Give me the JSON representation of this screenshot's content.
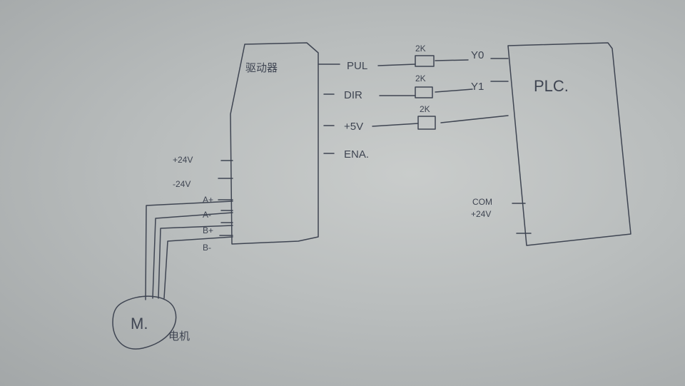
{
  "diagram": {
    "description": "Hand-drawn wiring diagram: stepper motor driver connected to PLC",
    "ink_color": "#3f4552",
    "paper_color": "#bcc0c0",
    "driver": {
      "label": "驱动器",
      "right_pins": [
        "PUL",
        "DIR",
        "+5V",
        "ENA."
      ],
      "left_pins": [
        "+24V",
        "-24V",
        "A+",
        "A-",
        "B+",
        "B-"
      ]
    },
    "resistors": [
      {
        "label": "2K",
        "from": "PUL",
        "to": "Y0"
      },
      {
        "label": "2K",
        "from": "DIR",
        "to": "Y1"
      },
      {
        "label": "2K",
        "from": "+5V",
        "to": "PLC"
      }
    ],
    "plc": {
      "label": "PLC.",
      "outputs": [
        "Y0",
        "Y1"
      ],
      "left_pins": [
        "COM",
        "+24V"
      ]
    },
    "motor": {
      "symbol": "M.",
      "label": "电机"
    }
  }
}
